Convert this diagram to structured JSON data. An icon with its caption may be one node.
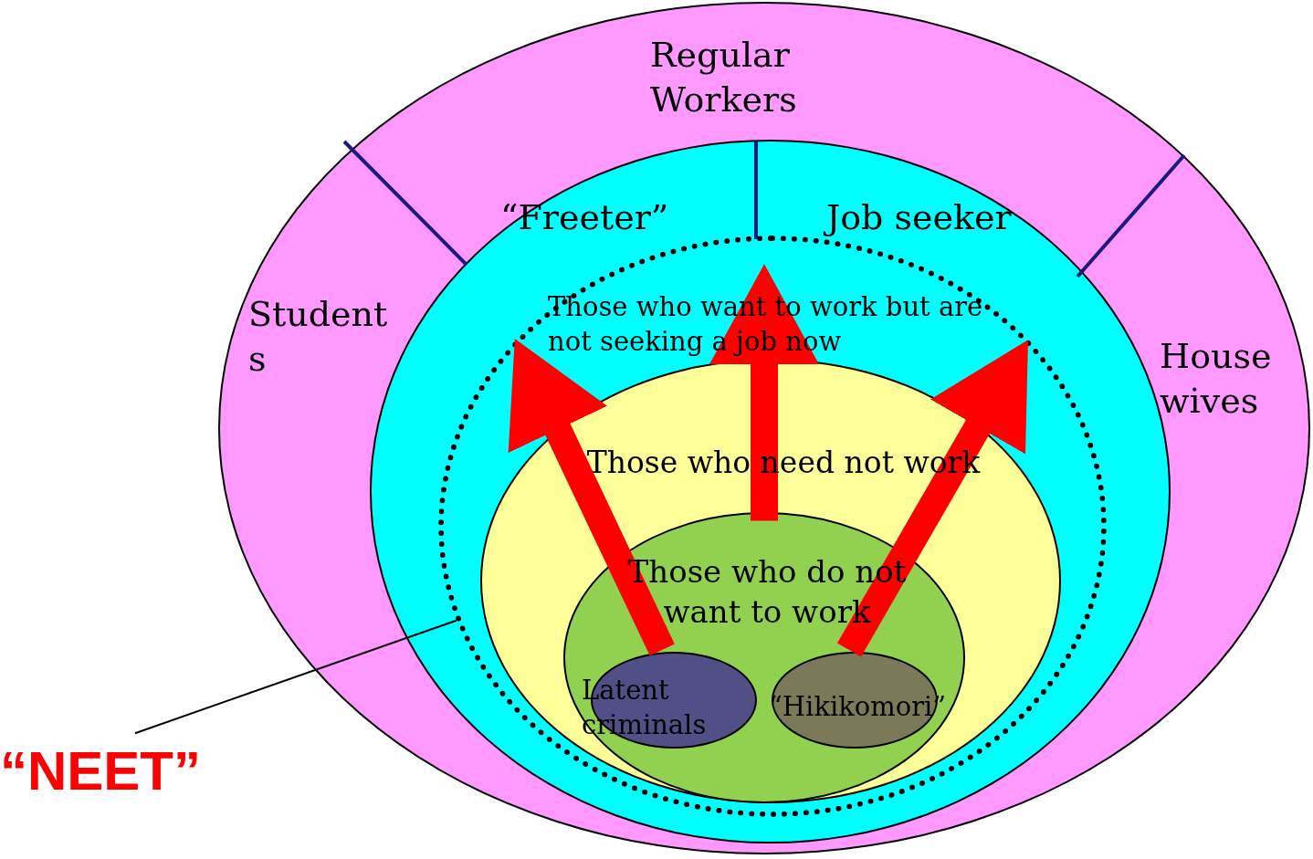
{
  "diagram": {
    "nodes": [
      {
        "text": [
          "Regular Workers",
          "Student s",
          "House wives"
        ]
      },
      {
        "text": [
          "“Freeter”",
          "Job seeker"
        ],
        "in": 0
      },
      {
        "text": [
          "Those who want to work but are not seeking a job now"
        ],
        "in": 1
      },
      {
        "text": [
          "Those who need not work"
        ],
        "in": 2
      },
      {
        "text": [
          "Those who do not want to work"
        ],
        "in": 3
      },
      {
        "text": [
          "Latent criminals"
        ],
        "in": 4
      },
      {
        "text": [
          "“Hikikomori”"
        ],
        "in": 4
      },
      {
        "text": [
          "“NEET”"
        ]
      }
    ],
    "edges": [
      {
        "from": 5,
        "to": 2,
        "arrow": "to",
        "color": "#ff0000"
      },
      {
        "from": 4,
        "to": 2,
        "arrow": "to",
        "color": "#ff0000"
      },
      {
        "from": 6,
        "to": 2,
        "arrow": "to",
        "color": "#ff0000"
      },
      {
        "from": 7,
        "to": 2,
        "arrow": "none",
        "color": "#000000"
      }
    ]
  }
}
